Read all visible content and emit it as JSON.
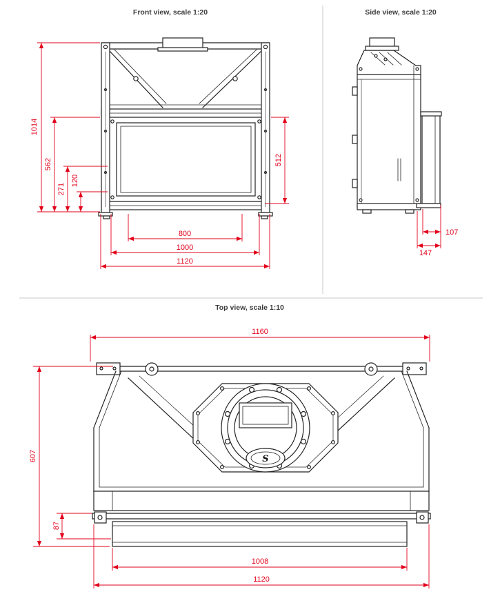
{
  "colors": {
    "dimension": "#e2001a",
    "drawing_line": "#222222",
    "divider": "#c9c9c9",
    "title_text": "#3d3d3d"
  },
  "views": {
    "front": {
      "title": "Front view, scale 1:20",
      "dims": {
        "h1014": "1014",
        "h562": "562",
        "h271": "271",
        "h120": "120",
        "h512": "512",
        "w800": "800",
        "w1000": "1000",
        "w1120": "1120"
      }
    },
    "side": {
      "title": "Side view, scale 1:20",
      "dims": {
        "d107": "107",
        "d147": "147"
      }
    },
    "top": {
      "title": "Top view, scale 1:10",
      "dims": {
        "w1160": "1160",
        "h607": "607",
        "h87": "87",
        "w1008": "1008",
        "w1120": "1120"
      },
      "logo": "S"
    }
  }
}
